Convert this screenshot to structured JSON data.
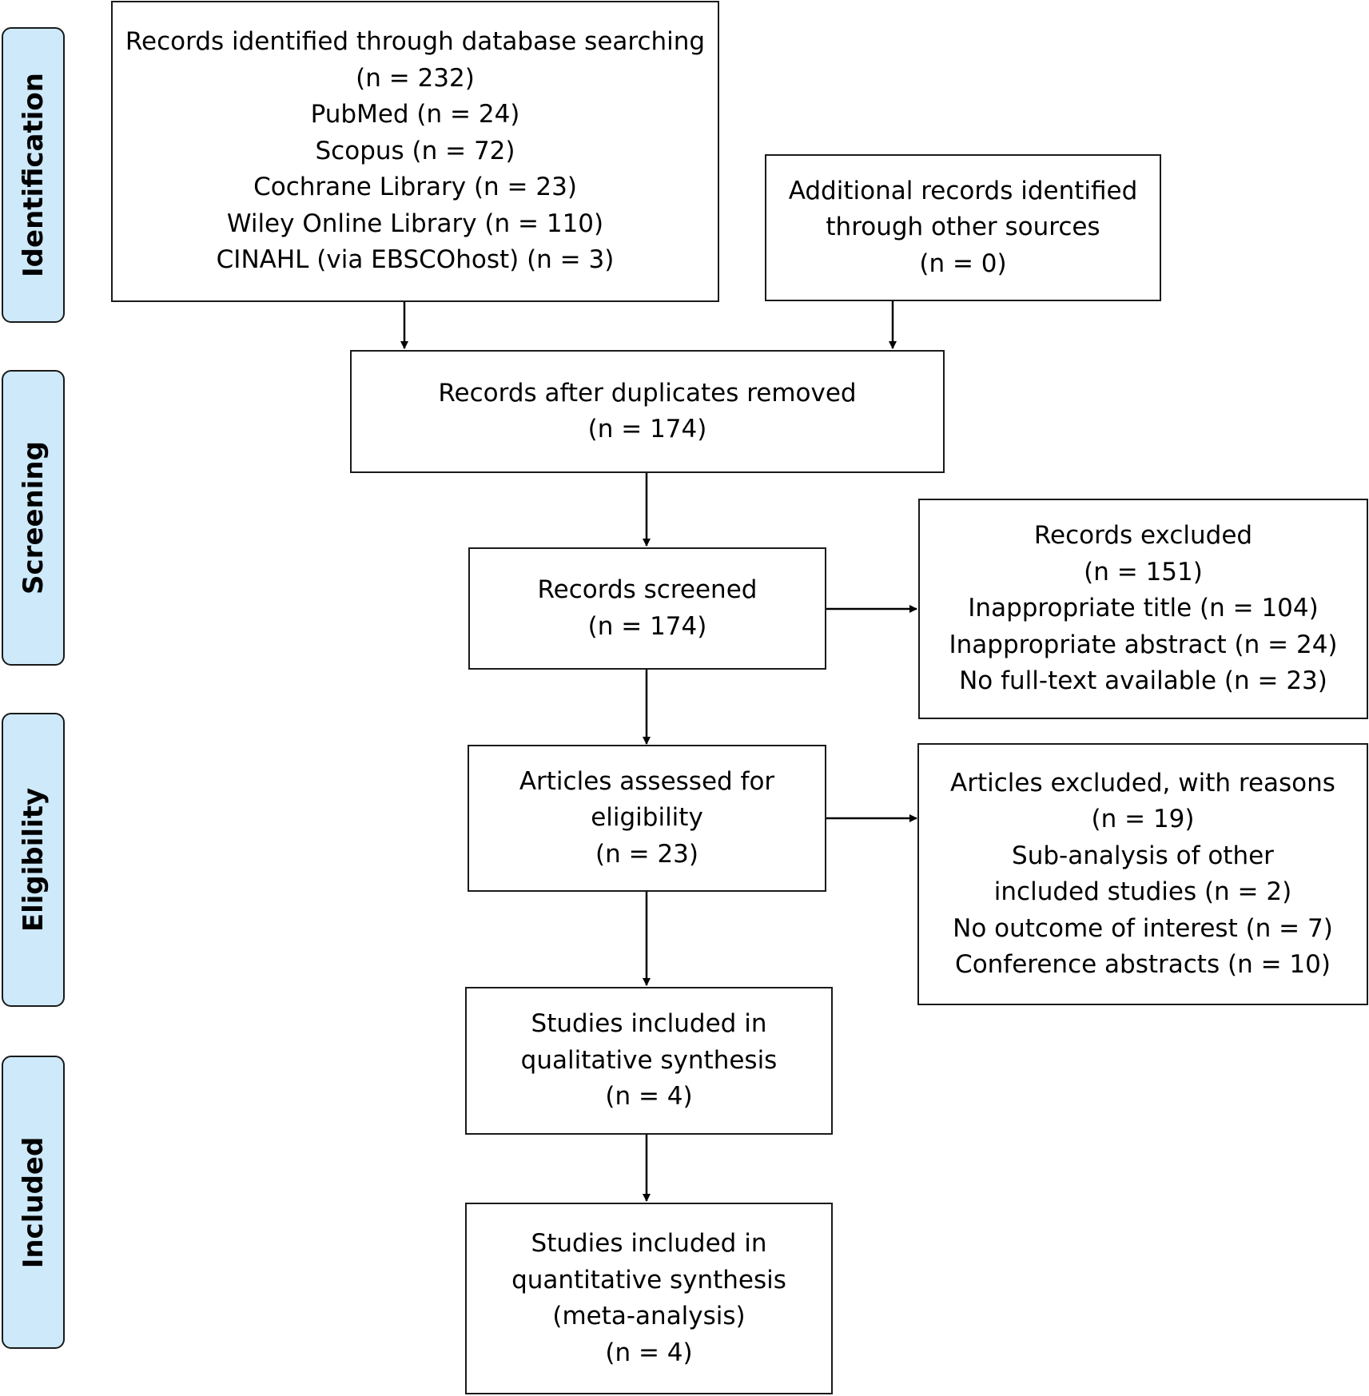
{
  "stages": {
    "identification": "Identification",
    "screening": "Screening",
    "eligibility": "Eligibility",
    "included": "Included"
  },
  "boxes": {
    "db_search": {
      "lines": [
        "Records identified through database searching",
        "(n = 232)",
        "PubMed (n = 24)",
        "Scopus (n = 72)",
        "Cochrane Library (n = 23)",
        "Wiley Online Library (n = 110)",
        "CINAHL (via EBSCOhost) (n = 3)"
      ]
    },
    "other_sources": {
      "lines": [
        "Additional records identified",
        "through other sources",
        "(n = 0)"
      ]
    },
    "duplicates_removed": {
      "lines": [
        "Records after duplicates removed",
        "(n = 174)"
      ]
    },
    "screened": {
      "lines": [
        "Records screened",
        "(n = 174)"
      ]
    },
    "records_excluded": {
      "lines": [
        "Records excluded",
        "(n = 151)",
        "Inappropriate title (n = 104)",
        "Inappropriate abstract (n = 24)",
        "No full-text available (n = 23)"
      ]
    },
    "eligibility_assessed": {
      "lines": [
        "Articles assessed for",
        "eligibility",
        "(n = 23)"
      ]
    },
    "articles_excluded": {
      "lines": [
        "Articles excluded, with reasons",
        "(n = 19)",
        "Sub-analysis of other",
        "included studies (n = 2)",
        "No outcome of interest (n = 7)",
        "Conference abstracts (n = 10)"
      ]
    },
    "qualitative": {
      "lines": [
        "Studies included in",
        "qualitative synthesis",
        "(n = 4)"
      ]
    },
    "quantitative": {
      "lines": [
        "Studies included in",
        "quantitative synthesis",
        "(meta-analysis)",
        "(n = 4)"
      ]
    }
  }
}
